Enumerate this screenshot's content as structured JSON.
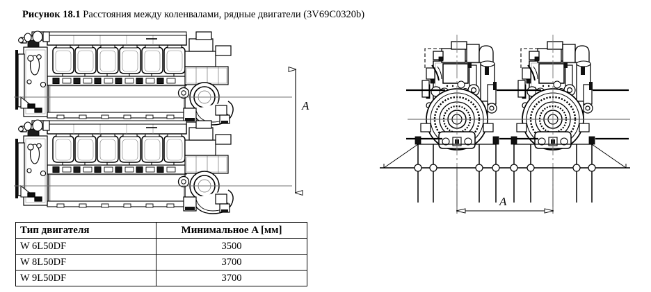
{
  "caption": {
    "figure_label": "Рисунок 18.1",
    "figure_text": " Расстояния между коленвалами, рядные двигатели (3V69C0320b)"
  },
  "drawing": {
    "dimension_labels": {
      "vertical_a": "A",
      "horizontal_a": "A"
    },
    "views": {
      "side_view_top": "engine-side-view-top",
      "side_view_bottom": "engine-side-view-bottom",
      "front_view": "twin-engine-front-view"
    },
    "colors": {
      "line": "#000000",
      "thin_line": "#3a3a3a",
      "centerline": "#555555",
      "fill": "#ffffff"
    }
  },
  "table": {
    "headers": [
      "Тип двигателя",
      "Минимальное A [мм]"
    ],
    "rows": [
      {
        "type": "W 6L50DF",
        "value": "3500"
      },
      {
        "type": "W 8L50DF",
        "value": "3700"
      },
      {
        "type": "W 9L50DF",
        "value": "3700"
      }
    ]
  }
}
